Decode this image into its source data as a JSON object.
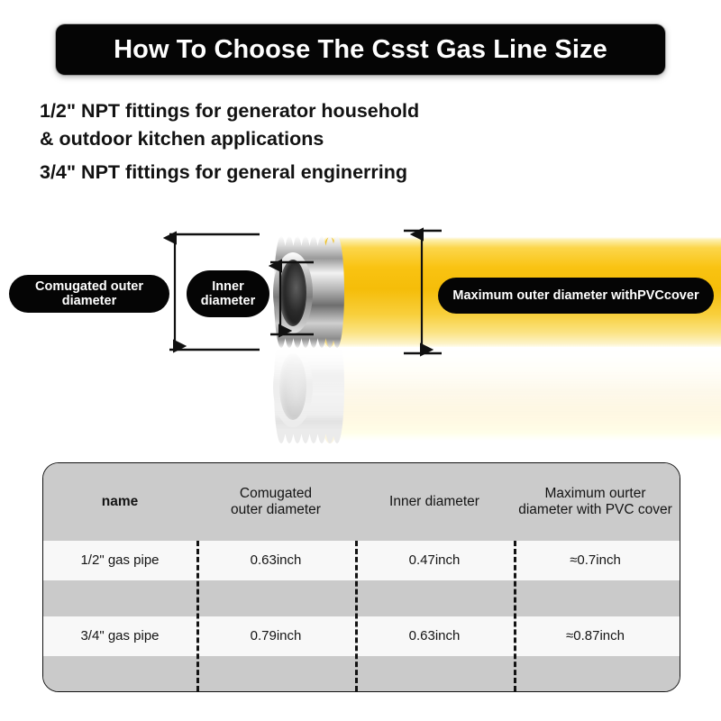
{
  "header": {
    "title": "How To Choose The Csst Gas Line Size"
  },
  "subtitle": {
    "line1": "1/2\" NPT fittings for generator household",
    "line2": "& outdoor kitchen applications",
    "line3": "3/4\" NPT fittings for general enginerring"
  },
  "diagram": {
    "callouts": {
      "corrugated": "Comugated outer diameter",
      "inner_line1": "Inner",
      "inner_line2": "diameter",
      "max_prefix": "Maximum outer diameter with ",
      "max_bold": "PVC",
      "max_suffix": " cover"
    }
  },
  "table": {
    "headers": {
      "name": "name",
      "corrugated_line1": "Comugated",
      "corrugated_line2": "outer diameter",
      "inner": "Inner diameter",
      "max_line1": "Maximum ourter",
      "max_line2": "diameter with PVC cover"
    },
    "rows": [
      {
        "name": "1/2\" gas pipe",
        "corrugated": "0.63inch",
        "inner": "0.47inch",
        "max": "≈0.7inch"
      },
      {
        "name": "3/4\" gas pipe",
        "corrugated": "0.79inch",
        "inner": "0.63inch",
        "max": "≈0.87inch"
      }
    ]
  },
  "colors": {
    "pill_background": "#050505",
    "title_background": "#050505",
    "tube_yellow": "#f9c312",
    "table_header_gray": "#cbcbcb",
    "table_row_light": "#f8f8f8",
    "table_stripe_gray": "#cacaca"
  }
}
